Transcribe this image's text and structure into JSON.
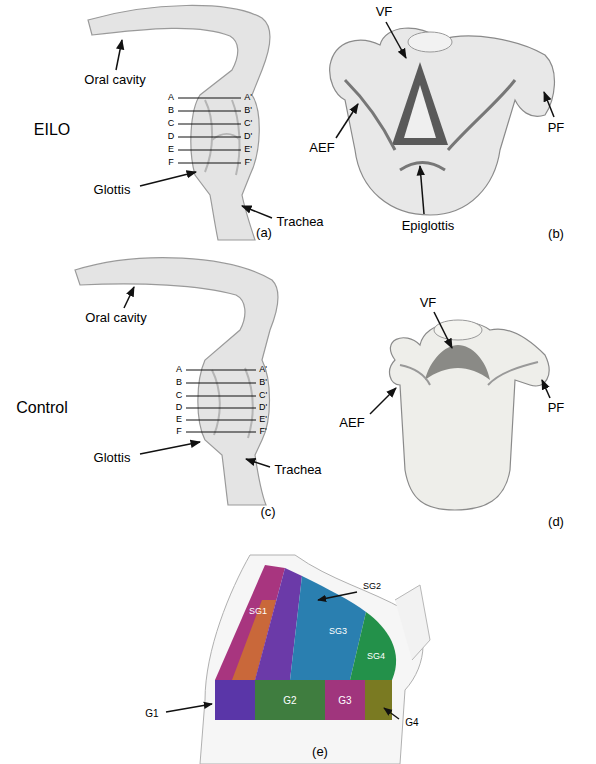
{
  "diagram": {
    "labels": [
      "Oral cavity",
      "A",
      "A'",
      "B",
      "B'",
      "C",
      "C'",
      "D",
      "D'",
      "E",
      "E'",
      "F",
      "F'",
      "Glottis",
      "Trachea",
      "(a)",
      "EILO",
      "VF",
      "AEF",
      "PF",
      "Epiglottis",
      "(b)",
      "Control",
      "Oral cavity",
      "A",
      "A'",
      "B",
      "B'",
      "C",
      "C'",
      "D",
      "D'",
      "E",
      "E'",
      "F",
      "F'",
      "Glottis",
      "Trachea",
      "(c)",
      "VF",
      "AEF",
      "PF",
      "(d)",
      "SG1",
      "SG2",
      "SG3",
      "SG4",
      "G1",
      "G2",
      "G3",
      "G4",
      "(e)"
    ]
  }
}
